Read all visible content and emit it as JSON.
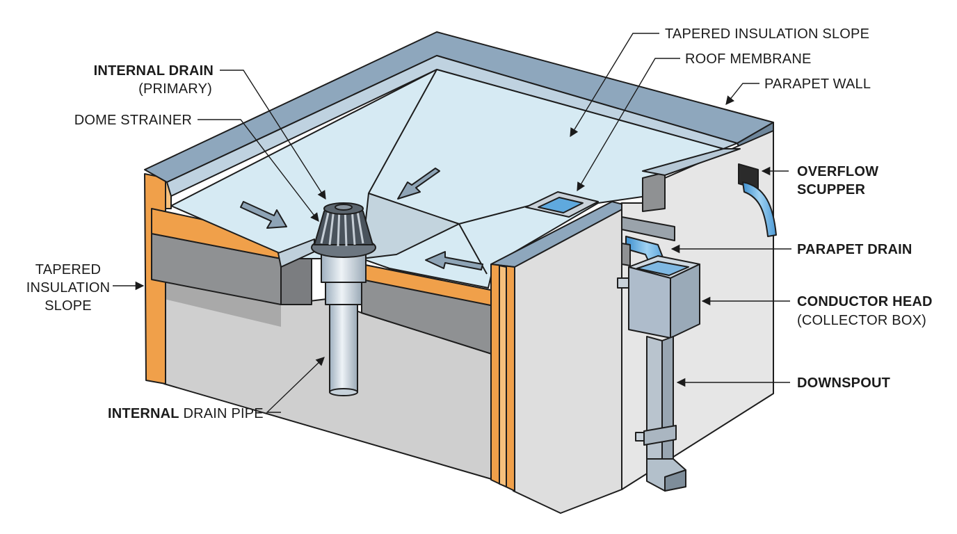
{
  "labels": {
    "tapered_insulation_slope_top": "TAPERED INSULATION SLOPE",
    "roof_membrane": "ROOF MEMBRANE",
    "parapet_wall": "PARAPET WALL",
    "internal_drain": "INTERNAL DRAIN",
    "internal_drain_sub": "(PRIMARY)",
    "dome_strainer": "DOME STRAINER",
    "tapered_left_1": "TAPERED",
    "tapered_left_2": "INSULATION",
    "tapered_left_3": "SLOPE",
    "internal_drain_pipe_bold": "INTERNAL",
    "internal_drain_pipe_rest": " DRAIN PIPE",
    "overflow_1": "OVERFLOW",
    "overflow_2": "SCUPPER",
    "parapet_drain": "PARAPET DRAIN",
    "conductor_head": "CONDUCTOR HEAD",
    "conductor_head_sub": "(COLLECTOR BOX)",
    "downspout": "DOWNSPOUT"
  },
  "colors": {
    "membrane": "#d6eaf3",
    "parapet_cap": "#8ea7bd",
    "insulation": "#f0a04a",
    "deck": "#8f9193",
    "wall": "#e6e6e6",
    "water": "#5fa9de",
    "metal": "#b9c4ce"
  }
}
